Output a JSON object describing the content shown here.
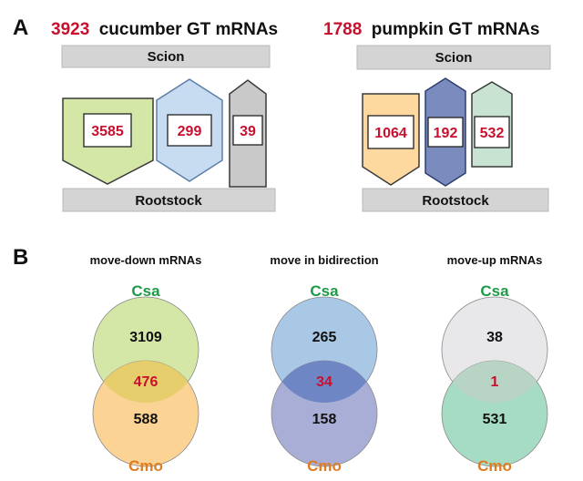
{
  "panel_a": {
    "letter": "A",
    "cucumber": {
      "total": "3923",
      "title_rest": "cucumber GT mRNAs",
      "scion_label": "Scion",
      "rootstock_label": "Rootstock",
      "counts": [
        "3585",
        "299",
        "39"
      ]
    },
    "pumpkin": {
      "total": "1788",
      "title_rest": "pumpkin GT mRNAs",
      "scion_label": "Scion",
      "rootstock_label": "Rootstock",
      "counts": [
        "1064",
        "192",
        "532"
      ]
    }
  },
  "panel_b": {
    "letter": "B",
    "venns": [
      {
        "title": "move-down mRNAs",
        "top_label": "Csa",
        "bottom_label": "Cmo",
        "top_only": "3109",
        "overlap": "476",
        "bottom_only": "588",
        "top_color": "#d4e7a6",
        "bottom_color": "#fbd394",
        "overlap_color": "#e6ce6c"
      },
      {
        "title": "move in bidirection",
        "top_label": "Csa",
        "bottom_label": "Cmo",
        "top_only": "265",
        "overlap": "34",
        "bottom_only": "158",
        "top_color": "#a9c8e6",
        "bottom_color": "#a9aed6",
        "overlap_color": "#6f86c4"
      },
      {
        "title": "move-up mRNAs",
        "top_label": "Csa",
        "bottom_label": "Cmo",
        "top_only": "38",
        "overlap": "1",
        "bottom_only": "531",
        "top_color": "#e8e8ea",
        "bottom_color": "#a7dcc4",
        "overlap_color": "#b8d4c4"
      }
    ]
  },
  "colors": {
    "bar_fill": "#d4d4d4",
    "number_red": "#c8102e",
    "csa_green": "#1e9a46",
    "cmo_orange": "#e07b1f",
    "shape_green": "#d4e7a6",
    "shape_blue": "#c7dcf0",
    "shape_gray": "#c9c9c9",
    "shape_orange": "#fdd9a0",
    "shape_indigo": "#7a8bbd",
    "shape_teal": "#c9e3d3"
  }
}
